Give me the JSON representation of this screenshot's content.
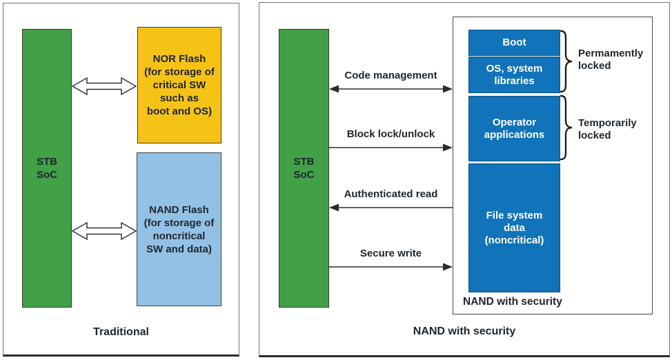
{
  "figure": {
    "left_panel": {
      "caption": "Traditional",
      "soc": {
        "lines": [
          "STB",
          "SoC"
        ]
      },
      "nor_flash": {
        "lines": [
          "NOR Flash",
          "(for storage of",
          "critical SW",
          "such as",
          "boot and OS)"
        ]
      },
      "nand_flash": {
        "lines": [
          "NAND Flash",
          "(for storage of",
          "noncritical",
          "SW and data)"
        ]
      }
    },
    "right_panel": {
      "caption": "NAND with security",
      "soc": {
        "lines": [
          "STB",
          "SoC"
        ]
      },
      "arrows": [
        {
          "label": "Code management",
          "direction": "both"
        },
        {
          "label": "Block lock/unlock",
          "direction": "right"
        },
        {
          "label": "Authenticated read",
          "direction": "left"
        },
        {
          "label": "Secure write",
          "direction": "right"
        }
      ],
      "nand_box": {
        "label": "NAND with security",
        "segments": [
          {
            "lines": [
              "Boot"
            ]
          },
          {
            "lines": [
              "OS, system",
              "libraries"
            ]
          },
          {
            "lines": [
              "Operator",
              "applications"
            ]
          },
          {
            "lines": [
              "File system",
              "data",
              "(noncritical)"
            ]
          }
        ],
        "locks": [
          {
            "lines": [
              "Permamently",
              "locked"
            ]
          },
          {
            "lines": [
              "Temporarily",
              "locked"
            ]
          }
        ]
      }
    }
  },
  "colors": {
    "soc_green": "#42A047",
    "nor_yellow": "#F5C316",
    "nand_light_blue": "#93C1E6",
    "secure_blue": "#1173B9",
    "text_dark": "#20262E"
  }
}
